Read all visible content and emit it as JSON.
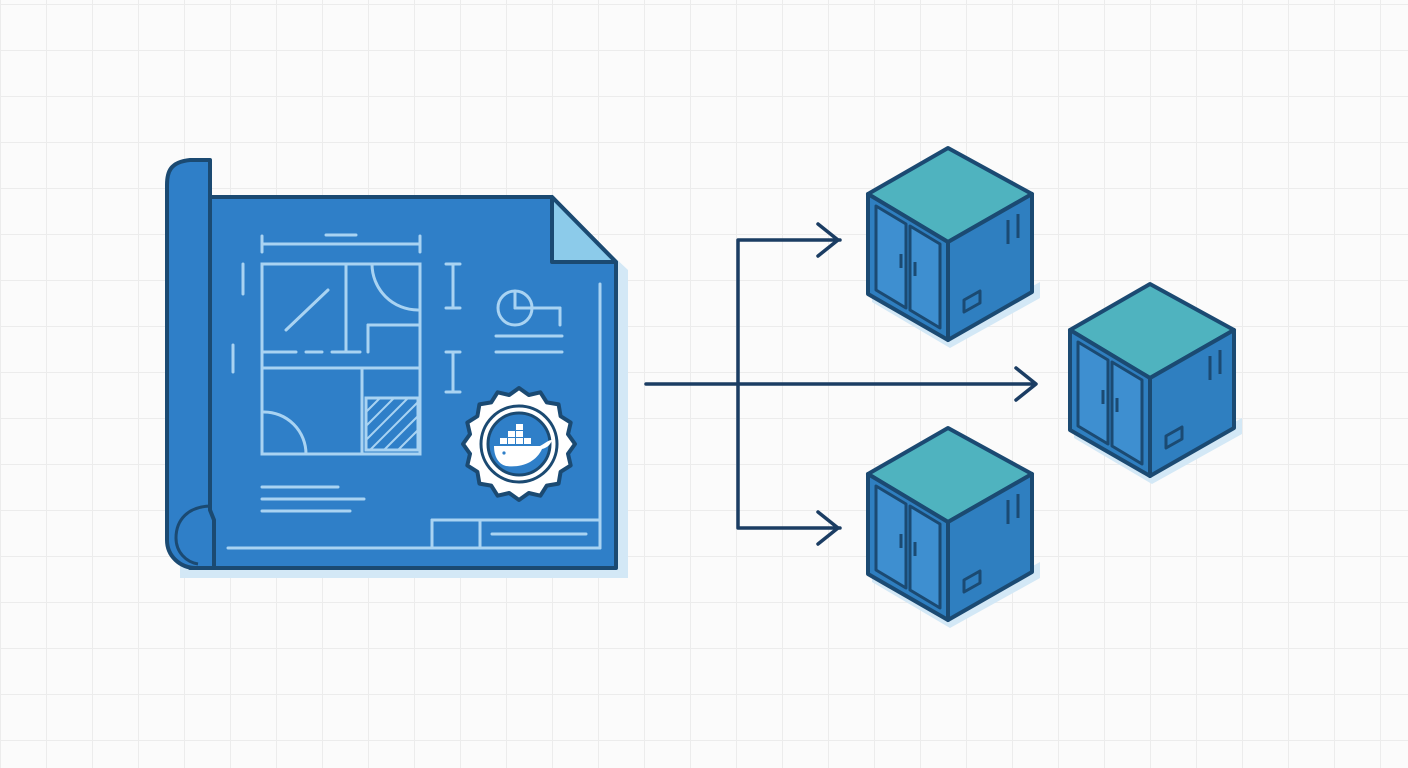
{
  "diagram": {
    "source": {
      "kind": "blueprint",
      "seal_icon": "docker-whale-icon"
    },
    "targets": [
      "container",
      "container",
      "container"
    ],
    "connections": [
      {
        "from": "blueprint",
        "to": "container-top"
      },
      {
        "from": "blueprint",
        "to": "container-right"
      },
      {
        "from": "blueprint",
        "to": "container-bottom"
      }
    ]
  },
  "colors": {
    "outline": "#1b4a72",
    "blueprint": "#2f7fc8",
    "blueprint_line": "#a9d3f2",
    "corner_fold": "#8ccbea",
    "cube_top": "#4fb3bf",
    "cube_side": "#2f7fc0",
    "shadow": "#d3e8f6",
    "arrow": "#1b3d63"
  }
}
